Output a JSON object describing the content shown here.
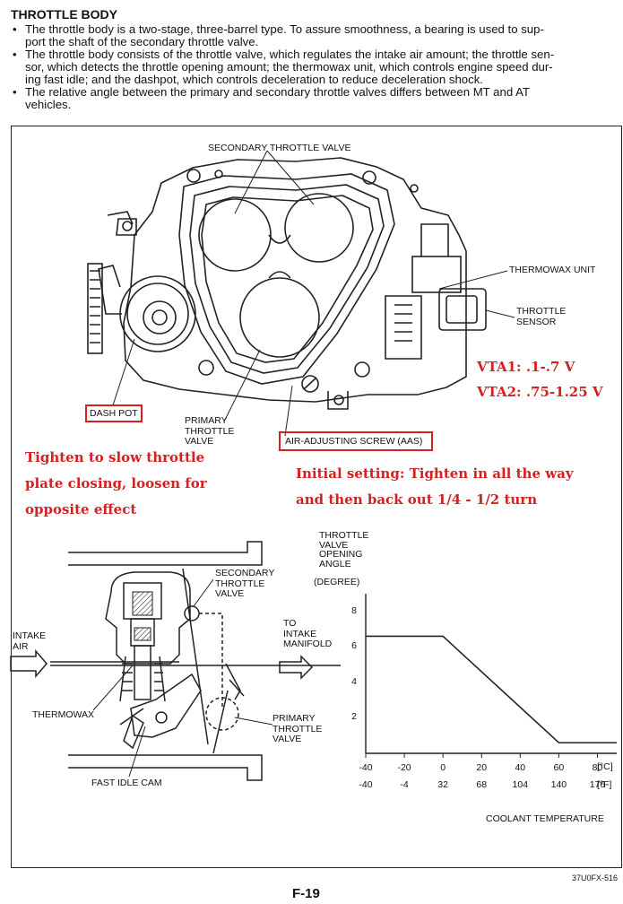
{
  "doc": {
    "heading": "THROTTLE BODY",
    "bullets": [
      [
        "The throttle body is a two-stage, three-barrel type.  To assure smoothness, a bearing is used to sup-",
        "port the shaft of the secondary throttle valve."
      ],
      [
        "The throttle body consists of the throttle valve, which regulates the intake air amount; the throttle sen-",
        "sor, which detects the throttle opening amount; the thermowax unit, which controls engine speed dur-",
        "ing fast idle; and the dashpot, which controls deceleration to reduce deceleration shock."
      ],
      [
        "The relative angle between the primary and secondary throttle valves differs between MT and AT",
        "vehicles."
      ]
    ]
  },
  "diagram_top": {
    "secondary_throttle_valve": "SECONDARY THROTTLE VALVE",
    "thermowax_unit": "THERMOWAX UNIT",
    "throttle_sensor": [
      "THROTTLE",
      "SENSOR"
    ],
    "dash_pot": "DASH POT",
    "primary_throttle_valve": [
      "PRIMARY",
      "THROTTLE",
      "VALVE"
    ],
    "air_adjusting_screw": "AIR-ADJUSTING SCREW (AAS)"
  },
  "annotations": {
    "vta1": "VTA1: .1-.7 V",
    "vta2": "VTA2: .75-1.25 V",
    "dashpot_note": [
      "Tighten to slow throttle",
      "plate closing, loosen for",
      "opposite effect"
    ],
    "aas_note": [
      "Initial setting: Tighten in all the way",
      "and then back out 1/4 - 1/2 turn"
    ]
  },
  "diagram_bottom": {
    "secondary_throttle_valve": [
      "SECONDARY",
      "THROTTLE",
      "VALVE"
    ],
    "intake_air": [
      "INTAKE",
      "AIR"
    ],
    "to_intake_manifold": [
      "TO",
      "INTAKE",
      "MANIFOLD"
    ],
    "thermowax": "THERMOWAX",
    "primary_throttle_valve": [
      "PRIMARY",
      "THROTTLE",
      "VALVE"
    ],
    "fast_idle_cam": "FAST IDLE CAM"
  },
  "chart_data": {
    "type": "line",
    "ylabel_lines": [
      "THROTTLE",
      "VALVE",
      "OPENING",
      "ANGLE"
    ],
    "yunit": "(DEGREE)",
    "xlabel": "COOLANT TEMPERATURE",
    "x_ticks_c": [
      "-40",
      "-20",
      "0",
      "20",
      "40",
      "60",
      "80"
    ],
    "x_ticks_f": [
      "-40",
      "-4",
      "32",
      "68",
      "104",
      "140",
      "176"
    ],
    "unit_c": "[°C]",
    "unit_f": "[°F]",
    "y_ticks": [
      "2",
      "4",
      "6",
      "8"
    ],
    "xlim": [
      -40,
      90
    ],
    "ylim": [
      0,
      9
    ],
    "series": [
      {
        "x": [
          -40,
          0,
          60,
          90
        ],
        "y": [
          6.6,
          6.6,
          0.6,
          0.6
        ]
      }
    ]
  },
  "footer": {
    "code": "37U0FX-516",
    "page": "F-19"
  }
}
